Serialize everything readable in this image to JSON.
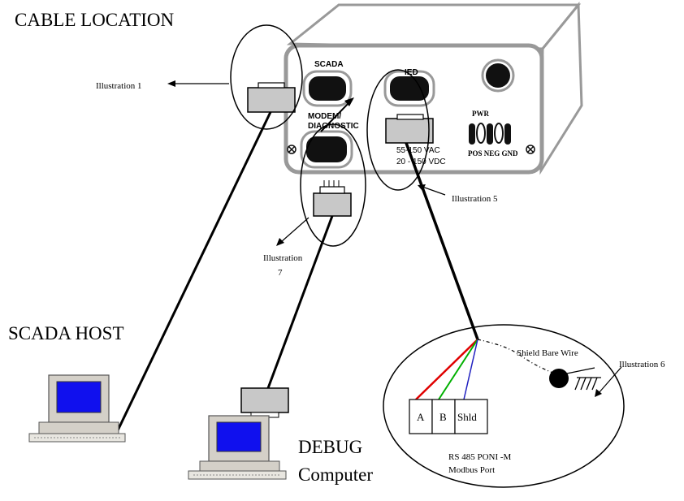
{
  "title": "CABLE LOCATION",
  "device": {
    "port_scada": "SCADA",
    "port_ied": "IED",
    "port_modem_line1": "MODEM/",
    "port_modem_line2": "DIAGNOSTIC",
    "pwr_label": "PWR",
    "terminals": "POS NEG GND",
    "voltage_ac": "55-150 VAC",
    "voltage_dc": "20 - 150 VDC"
  },
  "illustrations": {
    "ill1": "Illustration 1",
    "ill5": "Illustration 5",
    "ill6": "Illustration 6",
    "ill7_line1": "Illustration",
    "ill7_line2": "7"
  },
  "scada_host": "SCADA HOST",
  "debug_line1": "DEBUG",
  "debug_line2": "Computer",
  "shield_label": "Shield Bare Wire",
  "terminal_block": [
    "A",
    "B",
    "Shld"
  ],
  "port_desc_line1": "RS 485 PONI -M",
  "port_desc_line2": "Modbus Port",
  "colors": {
    "wire_a": "#e00000",
    "wire_b": "#00b000",
    "wire_shld": "#2020c0",
    "screen": "#1010ee"
  }
}
